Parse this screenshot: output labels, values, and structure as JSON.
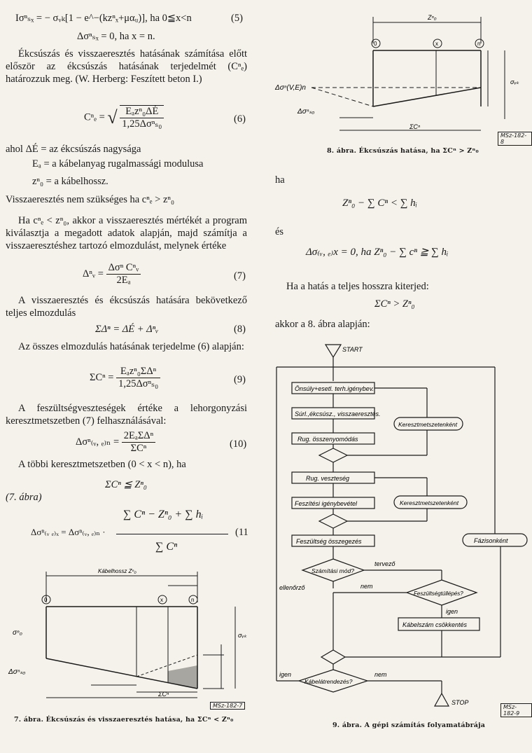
{
  "left": {
    "eq_5_a": "Iσⁿₛₓ = − σᵥₖ[1 − e^−(kzⁿₓ+μαᵤ)],  ha  0≦x<n",
    "eq_5_num": "(5)",
    "eq_5_b": "Δσⁿₛₓ = 0,    ha    x = n.",
    "para1": "Ékcsúszás és visszaeresztés hatásának számítása előtt először az ékcsúszás hatásának terjedelmét (Cⁿₑ) határozzuk meg. (W. Herberg: Feszített beton I.)",
    "eq_6_lhs": "Cⁿₑ =",
    "eq_6_num_top": "Eₐzⁿ₀ΔÉ",
    "eq_6_den": "1,25Δσⁿₛ₀",
    "eq_6_num": "(6)",
    "def1": "ahol ΔÉ = az ékcsúszás nagysága",
    "def2": "Eₐ = a kábelanyag rugalmassági modulusa",
    "def3": "zⁿ₀ = a kábelhossz.",
    "line_visszaeresztes": "Visszaeresztés nem szükséges ha cⁿₑ > zⁿ₀",
    "para2": "Ha cⁿₑ < zⁿ₀, akkor a visszaeresztés mértékét a program kiválasztja a megadott adatok alapján, majd számítja a visszaeresztéshez tartozó elmozdulást, melynek értéke",
    "eq_7_lhs": "Δⁿᵥ =",
    "eq_7_top": "Δσⁿ Cⁿᵥ",
    "eq_7_den": "2Eₐ",
    "eq_7_num": "(7)",
    "para3": "A visszaeresztés és ékcsúszás hatására bekövetkező teljes elmozdulás",
    "eq_8": "ΣΔⁿ = ΔÉ + Δⁿᵥ",
    "eq_8_num": "(8)",
    "para4": "Az összes elmozdulás hatásának terjedelme (6) alapján:",
    "eq_9_lhs": "ΣCⁿ =",
    "eq_9_top": "Eₐzⁿ₀ΣΔⁿ",
    "eq_9_den": "1,25Δσⁿₛ₀",
    "eq_9_num": "(9)",
    "para5": "A feszültségveszteségek értéke a lehorgonyzási keresztmetszetben (7) felhasználásával:",
    "eq_10_lhs": "Δσⁿ₍ᵥ, ₑ₎ₙ =",
    "eq_10_top": "2EₐΣΔⁿ",
    "eq_10_den": "ΣCⁿ",
    "eq_10_num": "(10)",
    "para6": "A többi keresztmetszetben (0 < x < n), ha",
    "eq_sc": "ΣCⁿ ≦ Zⁿ₀",
    "abra7_ref": "(7. ábra)",
    "eq_11_top": "∑ Cⁿ − Zⁿ₀ + ∑ hᵢ",
    "eq_11_lhs": "Δσⁿ₍ᵥ ₑ₎ₓ = Δσⁿ₍ᵥ, ₑ₎ₙ ·",
    "eq_11_den": "∑ Cⁿ",
    "eq_11_num": "(11",
    "fig7_caption": "7. ábra. Ékcsúszás és visszaeresztés hatása, ha ΣCⁿ < Zⁿ₀",
    "fig7_tag": "MSz-182-7"
  },
  "right": {
    "fig8_caption": "8. ábra. Ékcsúszás hatása, ha ΣCⁿ > Zⁿ₀",
    "fig8_tag": "MSz-182-8",
    "ha": "ha",
    "eq_r1": "Zⁿ₀ − ∑ Cⁿ < ∑ hᵢ",
    "es": "és",
    "eq_r2": "Δσ₍ᵥ, ₑ₎x = 0,  ha  Zⁿ₀ − ∑ cⁿ ≧ ∑ hᵢ",
    "para_hatas": "Ha a hatás a teljes hosszra kiterjed:",
    "eq_r3": "ΣCⁿ > Zⁿ₀",
    "para_akkor": "akkor a 8. ábra alapján:",
    "fig9_caption": "9. ábra. A gépi számítás folyamatábrája",
    "fig9_tag": "MSz-182-9"
  },
  "flowchart": {
    "start": "START",
    "stop": "STOP",
    "box1": "Önsúly+esetl. terh.igénybev.",
    "box2": "Súrl.,ékcsúsz., visszaeresztés.",
    "box3": "Rug. összenyomódás",
    "box4": "Rug. veszteség",
    "box5": "Feszítési igénybevétel",
    "box6": "Feszültség összegezés",
    "oval1": "Keresztmetszetenként",
    "oval2": "Keresztmetszetenként",
    "oval3": "Fázisonként",
    "dec1": "Számítási mód?",
    "dec2": "Feszültségtúllépés?",
    "dec3": "Kábelátrendezés?",
    "lbl_tervezo": "tervező",
    "lbl_ellenorzo": "ellenőrző",
    "lbl_nem1": "nem",
    "lbl_igen1": "igen",
    "lbl_igen2": "igen",
    "lbl_nem2": "nem",
    "box7": "Kábelszám csökkentés"
  },
  "fig_labels": {
    "f7_kabelhossz": "Kábelhossz  Zⁿ₀",
    "f7_o": "0",
    "f7_x": "x",
    "f7_n": "n",
    "f7_sig0": "σⁿ₀",
    "f7_dsig": "Δσⁿₛ₀",
    "f7_svk": "σᵥₖ",
    "f7_sumc": "ΣCⁿ",
    "f8_o": "0",
    "f8_x": "x",
    "f8_n": "n",
    "f8_dsig_vE": "Δσⁿ(V,E)n",
    "f8_dsig_s0": "Δσⁿₛ₀",
    "f8_svk": "σᵥₖ",
    "f8_sumc": "ΣCⁿ",
    "f8_z0": "Zⁿ₀"
  }
}
